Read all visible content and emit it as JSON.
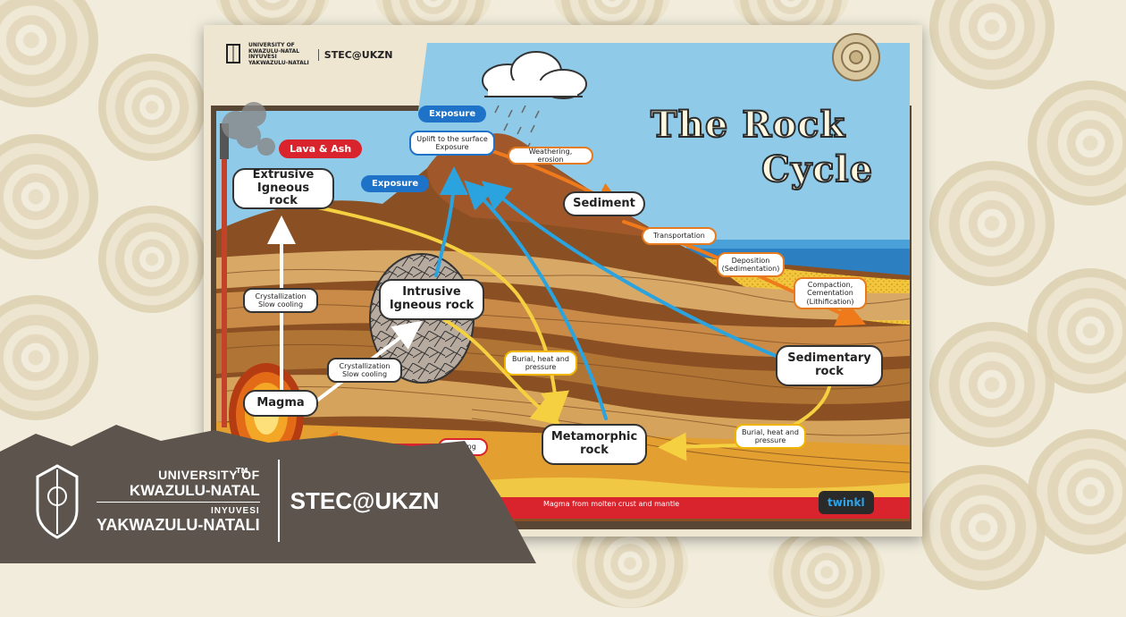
{
  "banner": {
    "university_line1": "UNIVERSITY OF",
    "university_line2": "KWAZULU-NATAL",
    "zulu_line1": "INYUVESI",
    "zulu_line2": "YAKWAZULU-NATALI",
    "trademark": "TM",
    "brand": "STEC@UKZN"
  },
  "poster": {
    "logo": {
      "university_line1": "UNIVERSITY OF",
      "university_line2": "KWAZULU-NATAL",
      "zulu_line1": "INYUVESI",
      "zulu_line2": "YAKWAZULU-NATALI",
      "brand": "STEC@UKZN"
    },
    "title_line1": "The Rock",
    "title_line2": "Cycle",
    "rock_types": {
      "extrusive": "Extrusive Igneous rock",
      "intrusive": "Intrusive Igneous rock",
      "sediment": "Sediment",
      "sedimentary": "Sedimentary rock",
      "metamorphic": "Metamorphic rock",
      "magma": "Magma"
    },
    "tags": {
      "lava": "Lava & Ash",
      "exposure_top": "Exposure",
      "exposure_left": "Exposure"
    },
    "process_labels": {
      "uplift": "Uplift to the surface Exposure",
      "weathering": "Weathering, erosion",
      "transportation": "Transportation",
      "deposition": "Deposition (Sedimentation)",
      "compaction": "Compaction, Cementation (Lithification)",
      "cryst_slow_1": "Crystallization Slow cooling",
      "cryst_slow_2": "Crystallization Slow cooling",
      "burial_1": "Burial, heat and pressure",
      "burial_2": "Burial, heat and pressure",
      "melting": "Melting"
    },
    "mantle_text": "Magma from molten crust and mantle",
    "publisher": "twinkl"
  },
  "colors": {
    "banner_bg": "#5d554d",
    "arrow_blue": "#2aa3de",
    "arrow_yellow": "#f5d040",
    "arrow_orange": "#ee7a1c",
    "tag_red": "#d9232d",
    "tag_blue": "#1e73c8"
  }
}
